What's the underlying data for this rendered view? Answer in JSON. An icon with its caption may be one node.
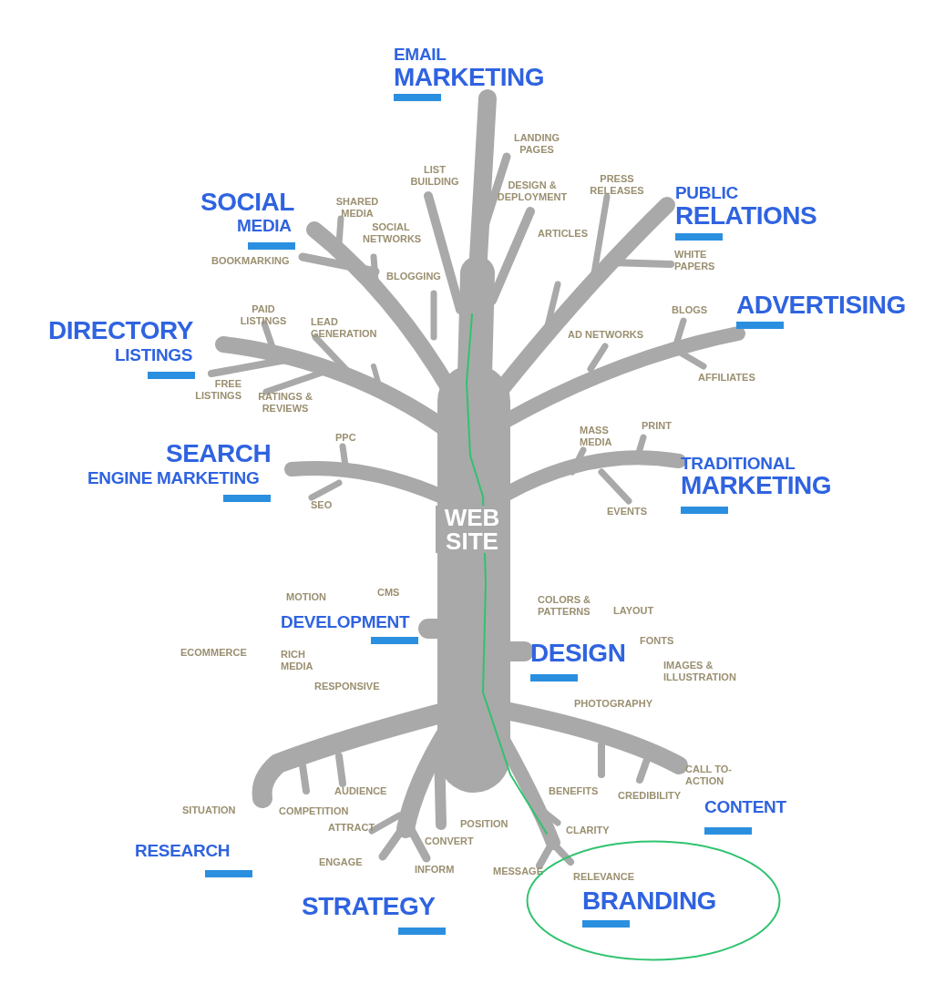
{
  "diagram": {
    "nodes": [
      {
        "text": [
          "RELEVANCE",
          "BRANDING"
        ]
      }
    ],
    "labels": [
      "EMAIL",
      "MARKETING",
      "LANDING PAGES",
      "LIST BUILDING",
      "DESIGN & DEPLOYMENT",
      "PRESS RELEASES",
      "SOCIAL",
      "MEDIA",
      "PUBLIC",
      "RELATIONS",
      "SHARED MEDIA",
      "SOCIAL NETWORKS",
      "ARTICLES",
      "BOOKMARKING",
      "WHITE PAPERS",
      "BLOGGING",
      "PAID LISTINGS",
      "LEAD GENERATION",
      "BLOGS",
      "ADVERTISING",
      "DIRECTORY",
      "LISTINGS",
      "AD NETWORKS",
      "AFFILIATES",
      "FREE LISTINGS",
      "RATINGS & REVIEWS",
      "MASS MEDIA",
      "PRINT",
      "PPC",
      "SEARCH",
      "ENGINE MARKETING",
      "TRADITIONAL",
      "MARKETING",
      "SEO",
      "EVENTS",
      "WEB SITE",
      "MOTION",
      "CMS",
      "COLORS & PATTERNS",
      "LAYOUT",
      "DEVELOPMENT",
      "FONTS",
      "ECOMMERCE",
      "RICH MEDIA",
      "DESIGN",
      "IMAGES & ILLUSTRATION",
      "RESPONSIVE",
      "PHOTOGRAPHY",
      "CALL TO-ACTION",
      "AUDIENCE",
      "BENEFITS",
      "CREDIBILITY",
      "SITUATION",
      "COMPETITION",
      "CONTENT",
      "POSITION",
      "ATTRACT",
      "CLARITY",
      "CONVERT",
      "RESEARCH",
      "ENGAGE",
      "INFORM",
      "MESSAGE",
      "STRATEGY"
    ]
  }
}
